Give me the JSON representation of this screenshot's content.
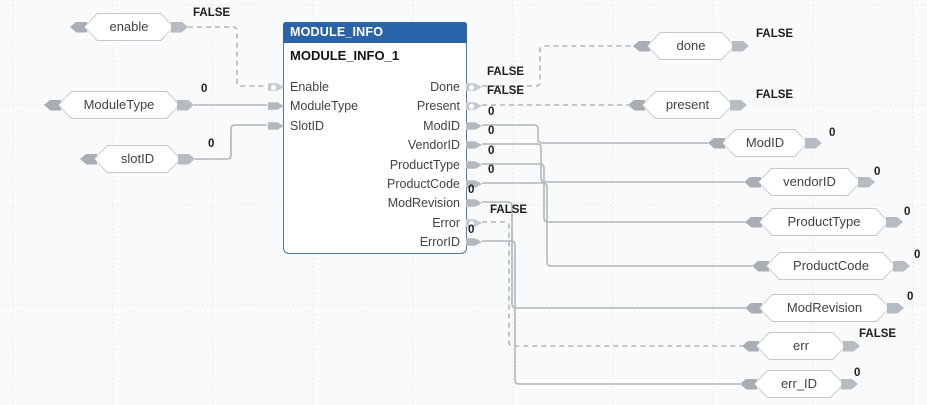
{
  "block": {
    "title": "MODULE_INFO",
    "instance": "MODULE_INFO_1",
    "inputs": [
      {
        "name": "Enable",
        "type": "bool"
      },
      {
        "name": "ModuleType",
        "type": "word"
      },
      {
        "name": "SlotID",
        "type": "word"
      }
    ],
    "outputs": [
      {
        "name": "Done",
        "value": "FALSE",
        "type": "bool"
      },
      {
        "name": "Present",
        "value": "FALSE",
        "type": "bool"
      },
      {
        "name": "ModID",
        "value": "0",
        "type": "word"
      },
      {
        "name": "VendorID",
        "value": "0",
        "type": "word"
      },
      {
        "name": "ProductType",
        "value": "0",
        "type": "word"
      },
      {
        "name": "ProductCode",
        "value": "0",
        "type": "word"
      },
      {
        "name": "ModRevision",
        "value": "0",
        "type": "word"
      },
      {
        "name": "Error",
        "value": "FALSE",
        "type": "bool"
      },
      {
        "name": "ErrorID",
        "value": "0",
        "type": "word"
      }
    ]
  },
  "left_tags": [
    {
      "label": "enable",
      "value": "FALSE"
    },
    {
      "label": "ModuleType",
      "value": "0"
    },
    {
      "label": "slotID",
      "value": "0"
    }
  ],
  "right_tags": [
    {
      "label": "done",
      "value": "FALSE"
    },
    {
      "label": "present",
      "value": "FALSE"
    },
    {
      "label": "ModID",
      "value": "0"
    },
    {
      "label": "vendorID",
      "value": "0"
    },
    {
      "label": "ProductType",
      "value": "0"
    },
    {
      "label": "ProductCode",
      "value": "0"
    },
    {
      "label": "ModRevision",
      "value": "0"
    },
    {
      "label": "err",
      "value": "FALSE"
    },
    {
      "label": "err_ID",
      "value": "0"
    }
  ],
  "colors": {
    "title_bar": "#2b63a8",
    "block_border": "#4b79ae",
    "wire": "#b0b6ba",
    "grid": "#e2e6e9",
    "background": "#f9fafb"
  }
}
